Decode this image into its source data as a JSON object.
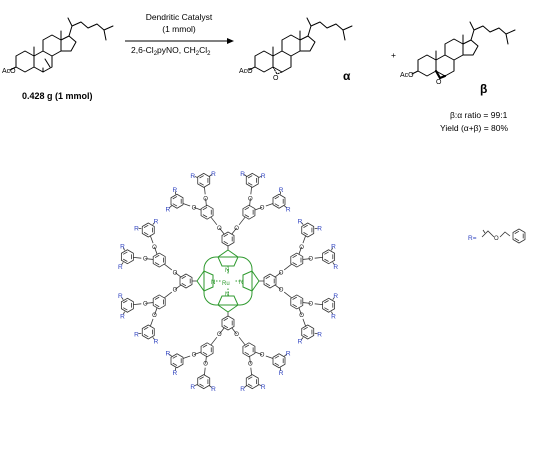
{
  "reaction": {
    "reagent_line1": "Dendritic Catalyst",
    "reagent_line2": "(1 mmol)",
    "conditions": "2,6-Cl",
    "conditions_sub": "2",
    "conditions_rest": "pyNO, CH",
    "conditions_sub2": "2",
    "conditions_rest2": "Cl",
    "conditions_sub3": "2",
    "plus": "+",
    "starting_amount": "0.428 g (1 mmol)",
    "label_alpha": "α",
    "label_beta": "β",
    "ratio": "β:α ratio = 99:1",
    "yield": "Yield (α+β) = 80%"
  },
  "atoms": {
    "aco": "AcO",
    "epoxide_o": "O",
    "h": "H",
    "ru": "Ru",
    "n": "N",
    "o": "O",
    "r": "R"
  },
  "r_group": {
    "label": "R="
  },
  "colors": {
    "porphyrin": "#2f9a2f",
    "r_label": "#2b3fbf",
    "bond": "#000000"
  }
}
